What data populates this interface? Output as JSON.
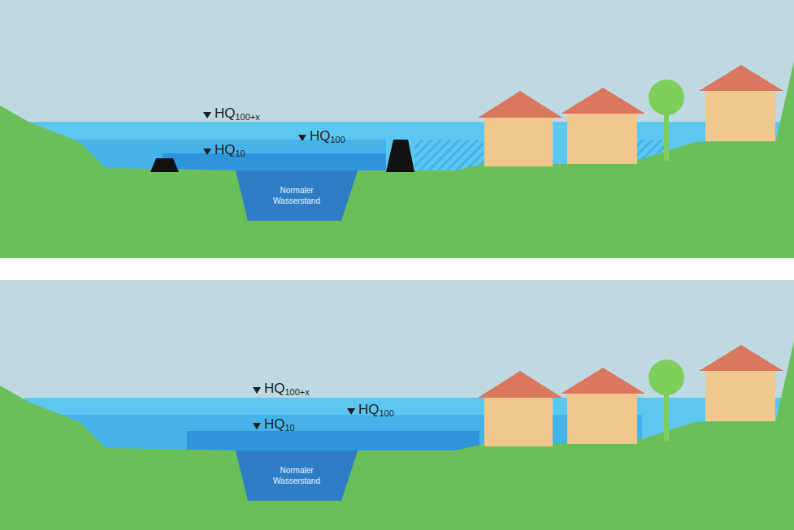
{
  "diagram": {
    "nodes": [
      {
        "text": [
          "Normaler Wasserstand"
        ]
      },
      {
        "text": [
          "Normaler Wasserstand"
        ]
      }
    ],
    "labels": [
      "HQ100+x",
      "HQ100",
      "HQ10",
      "HQ100+x",
      "HQ100",
      "HQ10"
    ]
  }
}
